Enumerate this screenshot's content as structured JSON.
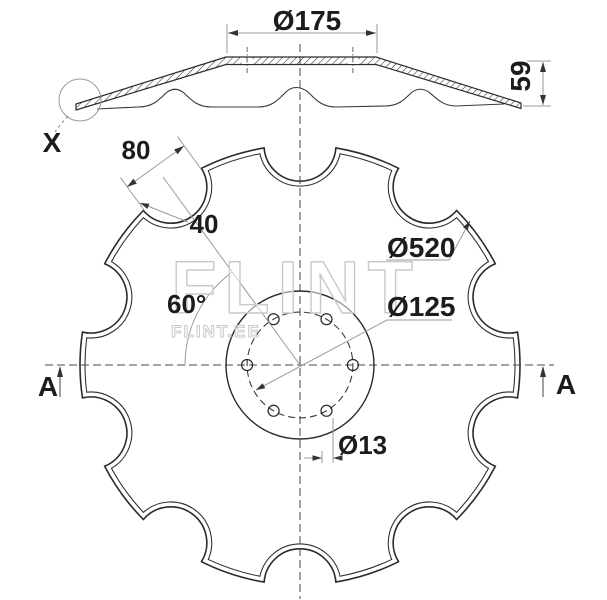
{
  "drawing": {
    "profile": {
      "flat_diameter": "Ø175",
      "height": "59",
      "detail_label": "X"
    },
    "disc": {
      "outer_diameter": "Ø520",
      "bolt_circle_diameter": "Ø125",
      "hole_diameter": "Ø13",
      "notch_width": "80",
      "notch_radius": "40",
      "hole_angle": "60°"
    },
    "section": {
      "left": "A",
      "right": "A"
    },
    "watermark": {
      "main": "FLINT",
      "sub": "FLINT.EE"
    },
    "colors": {
      "line": "#2b2b2b",
      "thin": "#9a9a9a",
      "text": "#1c1c1c",
      "watermark": "#c9c9c9",
      "background": "#ffffff"
    }
  }
}
